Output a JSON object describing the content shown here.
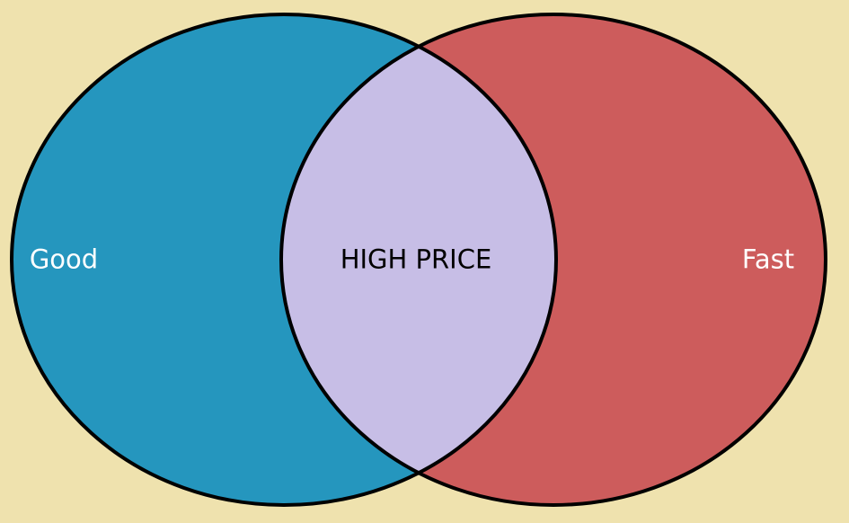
{
  "diagram": {
    "type": "venn",
    "sets": [
      {
        "id": "left",
        "label": "Good",
        "fill": "#2596be",
        "label_color": "#ffffff"
      },
      {
        "id": "right",
        "label": "Fast",
        "fill": "#cd5c5c",
        "label_color": "#ffffff"
      }
    ],
    "intersection": {
      "label": "HIGH PRICE",
      "fill": "#c7bee6",
      "label_color": "#000000"
    },
    "background": "#efe2ae",
    "stroke": "#000000"
  }
}
